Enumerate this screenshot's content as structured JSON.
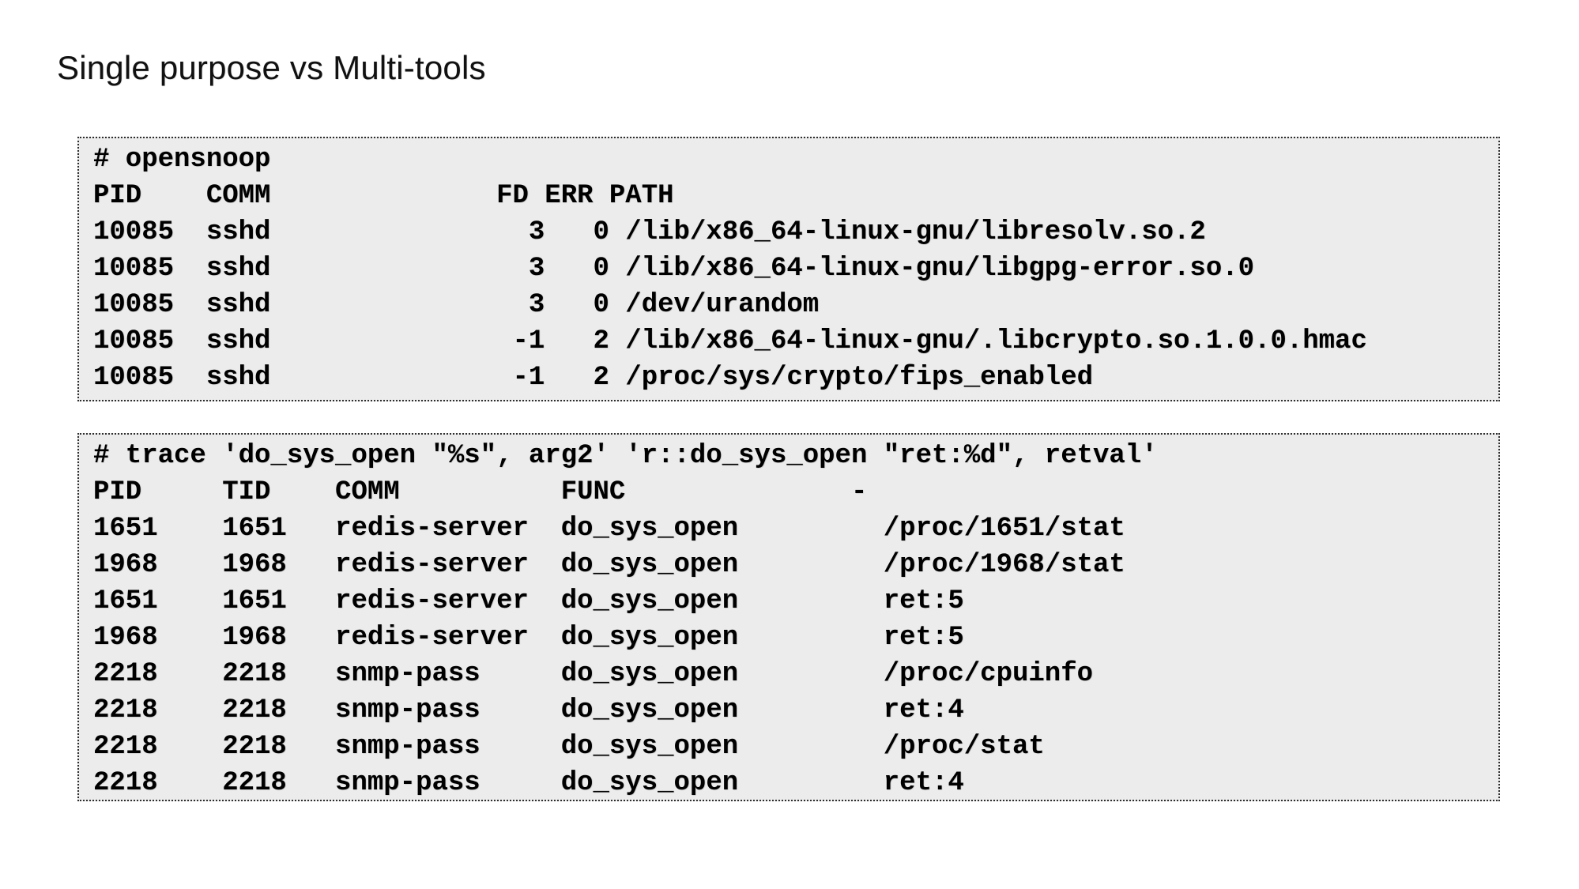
{
  "title": "Single purpose vs Multi-tools",
  "colors": {
    "page_background": "#ffffff",
    "box_background": "#ececec",
    "box_border": "#2e2e2e",
    "text": "#000000",
    "title_text": "#111111"
  },
  "terminals": {
    "opensnoop": {
      "command": "# opensnoop",
      "columns": [
        "PID",
        "COMM",
        "FD",
        "ERR",
        "PATH"
      ],
      "lines": [
        "# opensnoop",
        "PID    COMM              FD ERR PATH",
        "10085  sshd                3   0 /lib/x86_64-linux-gnu/libresolv.so.2",
        "10085  sshd                3   0 /lib/x86_64-linux-gnu/libgpg-error.so.0",
        "10085  sshd                3   0 /dev/urandom",
        "10085  sshd               -1   2 /lib/x86_64-linux-gnu/.libcrypto.so.1.0.0.hmac",
        "10085  sshd               -1   2 /proc/sys/crypto/fips_enabled"
      ]
    },
    "trace": {
      "command": "# trace 'do_sys_open \"%s\", arg2' 'r::do_sys_open \"ret:%d\", retval'",
      "columns": [
        "PID",
        "TID",
        "COMM",
        "FUNC",
        "-"
      ],
      "lines": [
        "# trace 'do_sys_open \"%s\", arg2' 'r::do_sys_open \"ret:%d\", retval'",
        "PID     TID    COMM          FUNC              -",
        "1651    1651   redis-server  do_sys_open         /proc/1651/stat",
        "1968    1968   redis-server  do_sys_open         /proc/1968/stat",
        "1651    1651   redis-server  do_sys_open         ret:5",
        "1968    1968   redis-server  do_sys_open         ret:5",
        "2218    2218   snmp-pass     do_sys_open         /proc/cpuinfo",
        "2218    2218   snmp-pass     do_sys_open         ret:4",
        "2218    2218   snmp-pass     do_sys_open         /proc/stat",
        "2218    2218   snmp-pass     do_sys_open         ret:4"
      ]
    }
  }
}
